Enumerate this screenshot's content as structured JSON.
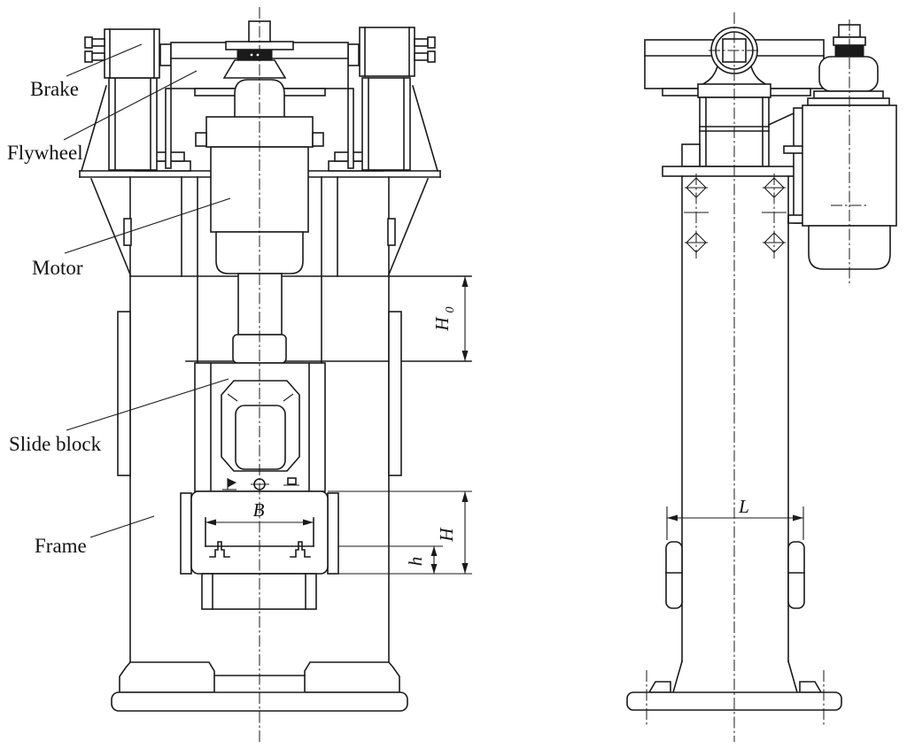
{
  "drawing": {
    "type": "engineering-drawing",
    "subject": "Friction screw press, front view (left) and side view (right)",
    "background": "#ffffff",
    "line_color": "#1a1a1a"
  },
  "labels": {
    "brake": "Brake",
    "flywheel": "Flywheel",
    "motor": "Motor",
    "slide_block": "Slide block",
    "frame": "Frame"
  },
  "dimensions": {
    "h0_main": "H",
    "h0_sub": "0",
    "width_b": "B",
    "height_h": "H",
    "height_h_small": "h",
    "length_l": "L"
  }
}
